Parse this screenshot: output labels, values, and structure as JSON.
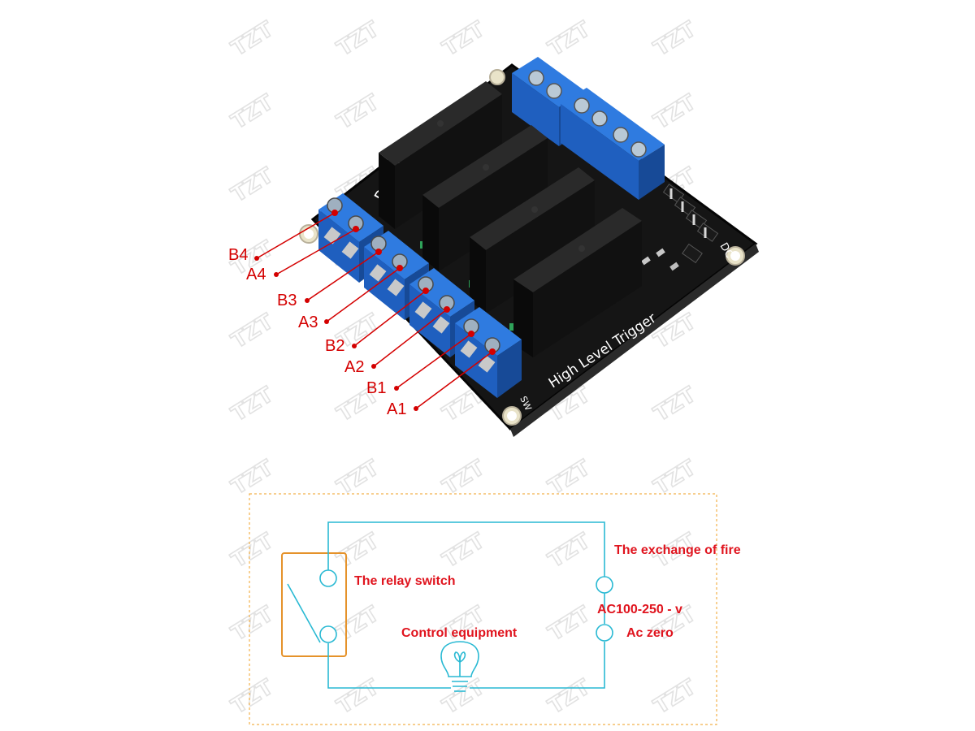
{
  "watermark": "TZT",
  "board": {
    "trigger_text": "High Level Trigger",
    "side_text": "Relay",
    "input_pins_label": "DC",
    "corner_label": "SW"
  },
  "pin_labels": [
    "B4",
    "A4",
    "B3",
    "A3",
    "B2",
    "A2",
    "B1",
    "A1"
  ],
  "circuit": {
    "relay_switch": "The relay switch",
    "control_equipment": "Control equipment",
    "exchange_of_fire": "The exchange of fire",
    "voltage": "AC100-250 - v",
    "ac_zero": "Ac zero"
  },
  "colors": {
    "pcb": "#141414",
    "terminal_blue": "#1f63c6",
    "relay_black": "#0e0e0e",
    "label_red": "#d40000",
    "wire_cyan": "#29b9d3",
    "relay_box": "#e5922a",
    "frame_dashed": "#f2b04a"
  }
}
